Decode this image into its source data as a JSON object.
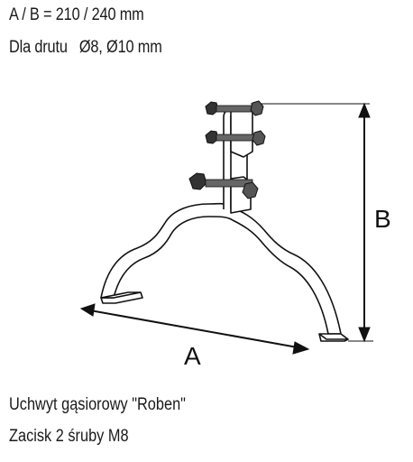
{
  "specs": {
    "line1": "A / B = 210 / 240 mm",
    "line2": "Dla drutu   Ø8, Ø10 mm"
  },
  "dimensions": {
    "a_label": "A",
    "b_label": "B"
  },
  "caption": {
    "line1": "Uchwyt gąsiorowy \"Roben\"",
    "line2": "Zacisk 2 śruby M8"
  },
  "colors": {
    "line": "#111111",
    "bolt": "#2a2a2a",
    "background": "#ffffff"
  }
}
